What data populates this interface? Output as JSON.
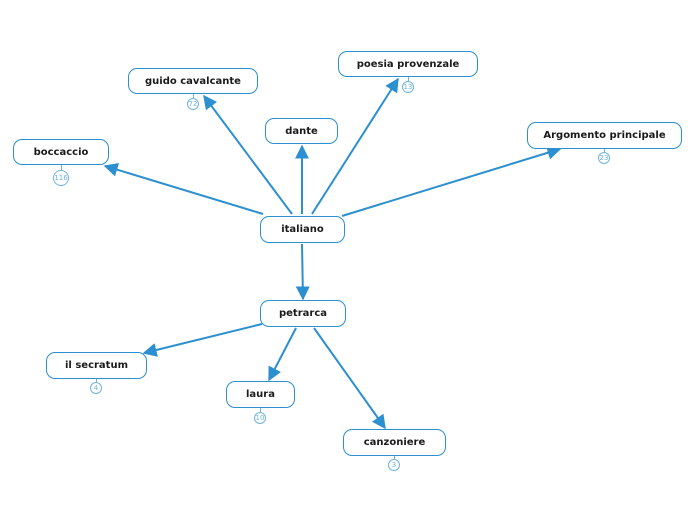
{
  "colors": {
    "edge": "#2b8fd0",
    "node_border": "#2b8fd0",
    "badge": "#6fb3e0"
  },
  "nodes": {
    "italiano": {
      "label": "italiano"
    },
    "boccaccio": {
      "label": "boccaccio",
      "count": "116"
    },
    "guido_cavalcante": {
      "label": "guido cavalcante",
      "count": "72"
    },
    "dante": {
      "label": "dante"
    },
    "poesia_provenzale": {
      "label": "poesia provenzale",
      "count": "13"
    },
    "argomento_principale": {
      "label": "Argomento principale",
      "count": "23"
    },
    "petrarca": {
      "label": "petrarca"
    },
    "il_secratum": {
      "label": "il secratum",
      "count": "4"
    },
    "laura": {
      "label": "laura",
      "count": "10"
    },
    "canzoniere": {
      "label": "canzoniere",
      "count": "3"
    }
  },
  "edges": [
    {
      "from": "italiano",
      "to": "boccaccio"
    },
    {
      "from": "italiano",
      "to": "guido_cavalcante"
    },
    {
      "from": "italiano",
      "to": "dante"
    },
    {
      "from": "italiano",
      "to": "poesia_provenzale"
    },
    {
      "from": "italiano",
      "to": "argomento_principale"
    },
    {
      "from": "italiano",
      "to": "petrarca"
    },
    {
      "from": "petrarca",
      "to": "il_secratum"
    },
    {
      "from": "petrarca",
      "to": "laura"
    },
    {
      "from": "petrarca",
      "to": "canzoniere"
    }
  ]
}
